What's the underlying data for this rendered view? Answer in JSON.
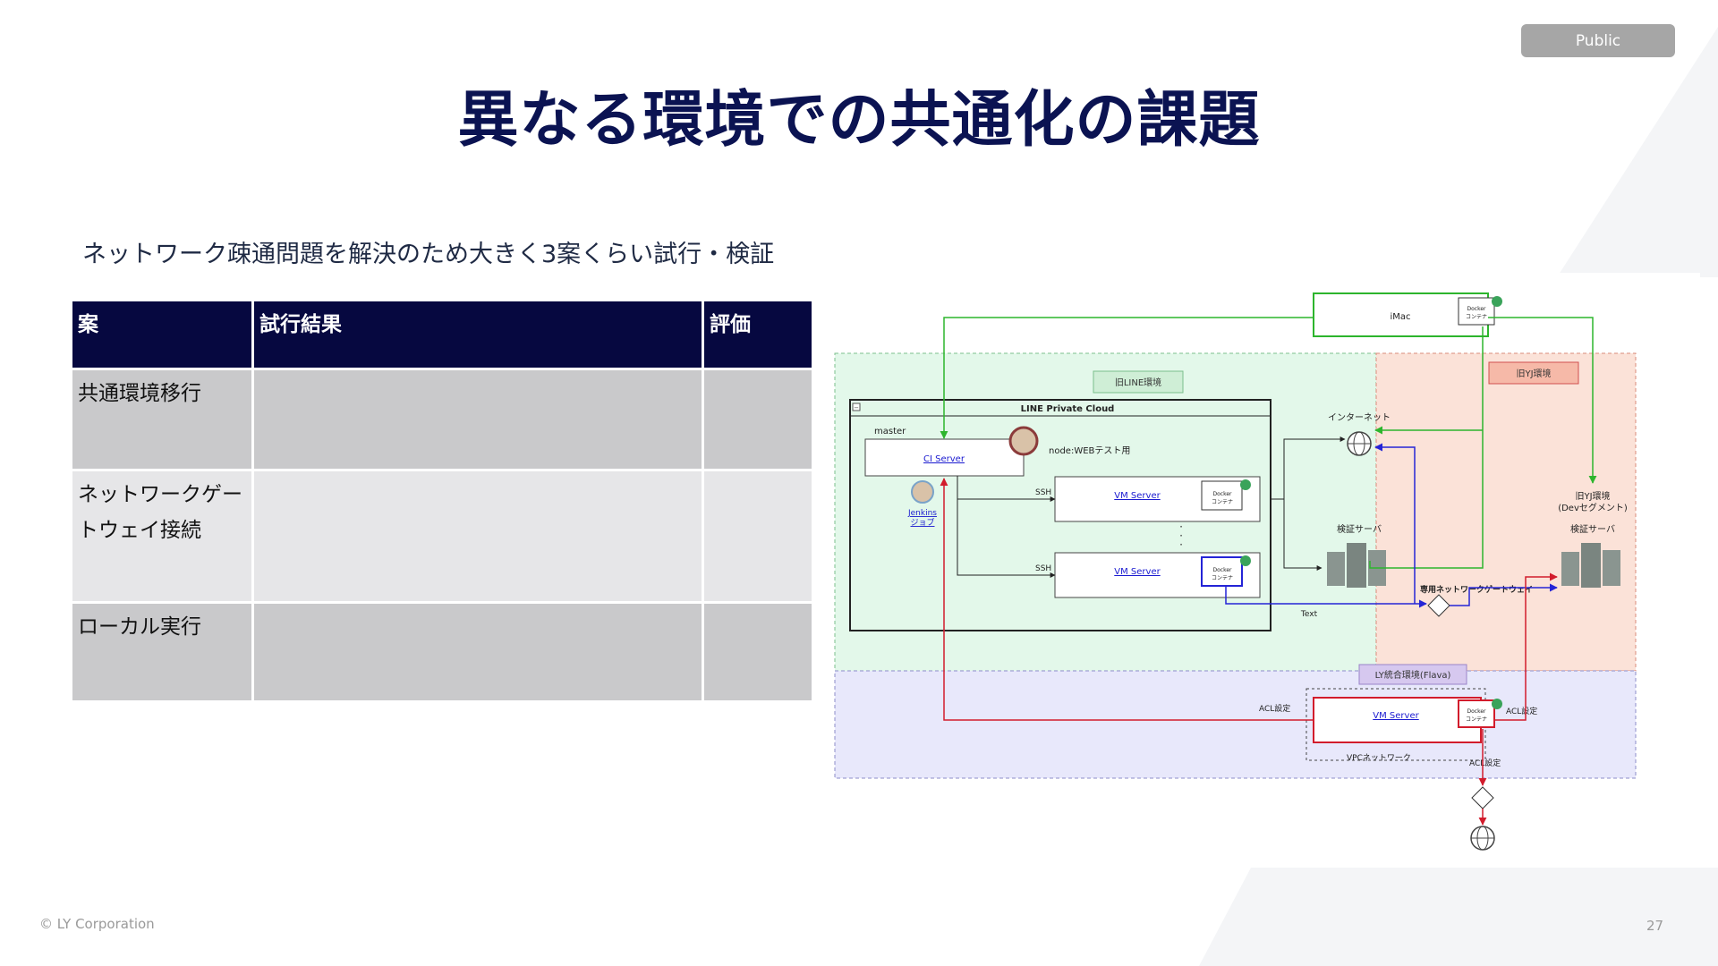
{
  "badge": "Public",
  "title": "異なる環境での共通化の課題",
  "subtitle": "ネットワーク疎通問題を解決のため大きく3案くらい試行・検証",
  "table": {
    "headers": [
      "案",
      "試行結果",
      "評価"
    ],
    "rows": [
      {
        "plan": "共通環境移行",
        "result": "",
        "eval": ""
      },
      {
        "plan": "ネットワークゲートウェイ接続",
        "result": "",
        "eval": ""
      },
      {
        "plan": "ローカル実行",
        "result": "",
        "eval": ""
      }
    ]
  },
  "diagram": {
    "imac": "iMac",
    "docker": [
      "Docker",
      "コンテナ"
    ],
    "old_line_env": "旧LINE環境",
    "old_yj_env": "旧YJ環境",
    "line_private_cloud": "LINE Private Cloud",
    "master": "master",
    "ci_server": "CI Server",
    "node_label": "node:WEBテスト用",
    "ssh": "SSH",
    "vm_server": "VM Server",
    "jenkins": [
      "Jenkins",
      "ジョブ"
    ],
    "internet": "インターネット",
    "verify_server": "検証サーバ",
    "dedicated_gateway": "専用ネットワークゲートウェイ",
    "text_label": "Text",
    "old_yj_dev": [
      "旧YJ環境",
      "(Devセグメント)"
    ],
    "ly_env": "LY統合環境(Flava)",
    "acl": "ACL設定",
    "vpc": "VPCネットワーク",
    "collapse": "−"
  },
  "colors": {
    "title": "#0b1352",
    "header_bg": "#060840",
    "line_zone": "#e3f8ea",
    "yj_zone": "#fbe2d8",
    "ly_zone": "#e8e8fb",
    "green": "#2db52d",
    "blue": "#2424d6",
    "red": "#d21c2c"
  },
  "footer": {
    "copyright": "© LY Corporation",
    "page": "27"
  }
}
